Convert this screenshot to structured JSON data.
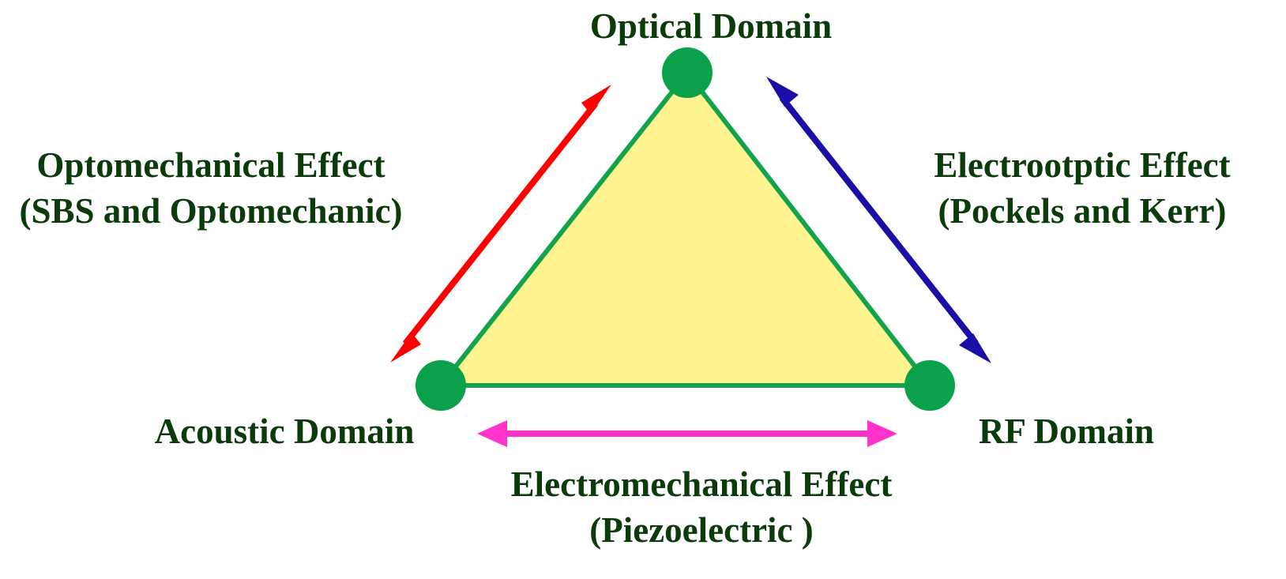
{
  "colors": {
    "text": "#0b3a0b",
    "triangle_fill": "#fff48f",
    "triangle_stroke": "#13a34d",
    "node": "#0aa14a",
    "optomechanical_arrow": "#ff0000",
    "electrooptic_arrow": "#1a0ea6",
    "electromechanical_arrow": "#ff33cc"
  },
  "nodes": {
    "optical": {
      "label": "Optical Domain"
    },
    "acoustic": {
      "label": "Acoustic Domain"
    },
    "rf": {
      "label": "RF Domain"
    }
  },
  "effects": {
    "optomechanical": {
      "line1": "Optomechanical Effect",
      "line2": "(SBS and Optomechanic)",
      "arrow_icon": "double-headed-arrow"
    },
    "electrooptic": {
      "line1": "Electrootptic Effect",
      "line2": "(Pockels and Kerr)",
      "arrow_icon": "double-headed-arrow"
    },
    "electromechanical": {
      "line1": "Electromechanical Effect",
      "line2": "(Piezoelectric )",
      "arrow_icon": "double-headed-arrow"
    }
  }
}
